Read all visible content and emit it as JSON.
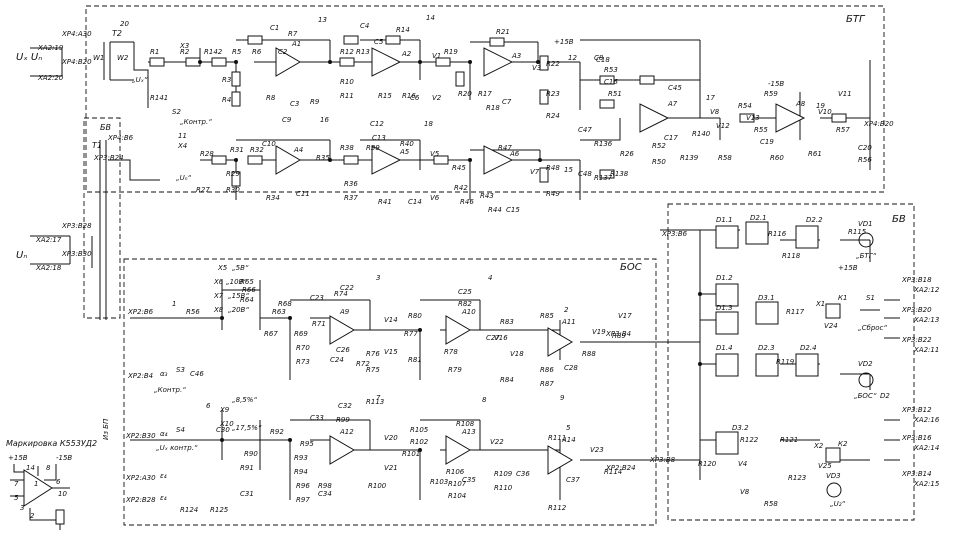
{
  "blocks": {
    "btg": "БТГ",
    "bos": "БОС",
    "bv_right": "БВ",
    "bv_left": "БВ",
    "bp": "Из БП"
  },
  "inputs": {
    "ux_un": "Uₓ Uₙ",
    "un": "Uₙ",
    "top_pins": [
      "ХР4:А30",
      "ХА2:19",
      "ХР4:В20",
      "ХА2:20"
    ],
    "mid_pins": [
      "ХР3:В28",
      "ХА2:17",
      "ХР3:В30",
      "ХА2:18"
    ],
    "t2": "Т2",
    "w1": "W1",
    "w2": "W2",
    "t1": "Т1",
    "xp3b24": "ХР3:В24"
  },
  "btg": {
    "resistors": [
      "R1",
      "R2",
      "R142",
      "R5",
      "R6",
      "R7",
      "R3",
      "R4",
      "R8",
      "R10",
      "R11",
      "R12",
      "R13",
      "R14",
      "R15",
      "R16",
      "R19",
      "R20",
      "R17",
      "R18",
      "R21",
      "R22",
      "R23",
      "R24",
      "R53",
      "R51",
      "R52",
      "R50",
      "R54",
      "R55",
      "R56",
      "R57",
      "R58",
      "R59",
      "R60",
      "R61",
      "R136",
      "R137",
      "R138",
      "R139",
      "R140",
      "R141",
      "R28",
      "R31",
      "R32",
      "R29",
      "R30",
      "R34",
      "R35",
      "R38",
      "R39",
      "R36",
      "R37",
      "R40",
      "R41",
      "R42",
      "R45",
      "R46",
      "R47",
      "R43",
      "R44",
      "R48",
      "R49",
      "R9",
      "R26",
      "R27"
    ],
    "caps": [
      "C1",
      "C2",
      "C3",
      "C4",
      "C5",
      "C6",
      "C7",
      "C8",
      "C9",
      "C10",
      "C11",
      "C12",
      "C13",
      "C14",
      "C15",
      "C16",
      "C17",
      "C18",
      "C19",
      "C20",
      "C45",
      "C47",
      "C48"
    ],
    "opamps": [
      "А1",
      "А2",
      "А3",
      "А4",
      "А5",
      "А6",
      "А7",
      "А8"
    ],
    "diodes": [
      "V1",
      "V2",
      "V3",
      "V5",
      "V6",
      "V7",
      "V8",
      "V10",
      "V11",
      "V12",
      "V13"
    ],
    "nodes": [
      "20",
      "13",
      "14",
      "12",
      "17",
      "16",
      "18",
      "19",
      "15",
      "11"
    ],
    "labels": [
      "Х3",
      "Х4",
      "„Uₓ“",
      "„Uₙ“",
      "S2",
      "„Контр.“",
      "ХР4:В6",
      "ХР4:В20",
      "+15В",
      "-15В"
    ]
  },
  "bos": {
    "resistors": [
      "R56",
      "R63",
      "R64",
      "R65",
      "R66",
      "R67",
      "R68",
      "R69",
      "R70",
      "R71",
      "R72",
      "R73",
      "R74",
      "R75",
      "R76",
      "R77",
      "R78",
      "R79",
      "R80",
      "R81",
      "R82",
      "R83",
      "R84",
      "R85",
      "R86",
      "R87",
      "R88",
      "R89",
      "R90",
      "R91",
      "R92",
      "R93",
      "R94",
      "R95",
      "R96",
      "R97",
      "R98",
      "R99",
      "R100",
      "R101",
      "R102",
      "R103",
      "R104",
      "R105",
      "R106",
      "R107",
      "R108",
      "R109",
      "R110",
      "R111",
      "R112",
      "R113",
      "R114",
      "R124",
      "R125"
    ],
    "caps": [
      "C22",
      "C23",
      "C24",
      "C25",
      "C26",
      "C27",
      "C28",
      "C30",
      "C31",
      "C32",
      "C33",
      "C34",
      "C35",
      "C36",
      "C37",
      "C46"
    ],
    "opamps": [
      "А9",
      "А10",
      "А11",
      "А12",
      "А13",
      "А14"
    ],
    "diodes": [
      "V14",
      "V15",
      "V16",
      "V17",
      "V18",
      "V19",
      "V20",
      "V21",
      "V22",
      "V23"
    ],
    "switches": [
      "Х5",
      "Х6",
      "Х7",
      "Х8",
      "Х9",
      "Х10",
      "S3",
      "S4"
    ],
    "switch_labels": [
      "„5В“",
      "„10В“",
      "„15В“",
      "„20В“",
      "„8,5%“",
      "„17,5%“",
      "„Контр.“",
      "„Uₓ контр.“"
    ],
    "pins": [
      "ХР2:В6",
      "ХР2:В4",
      "ХР2:В30",
      "ХР2:А30",
      "ХР2:В28",
      "ХР2:В24",
      "ХР3:В4",
      "ХР3:В8",
      "ХР3:В6"
    ],
    "nodes": [
      "1",
      "2",
      "3",
      "4",
      "5",
      "6",
      "7",
      "8",
      "9"
    ],
    "ab": [
      "α₃",
      "α₄",
      "ε₄",
      "ε₄"
    ]
  },
  "bv": {
    "logic": [
      "D1.1",
      "D2.1",
      "D2.2",
      "D1.2",
      "D1.3",
      "D3.1",
      "D1.4",
      "D2.3",
      "D2.4",
      "D3.2"
    ],
    "resistors": [
      "R115",
      "R116",
      "R117",
      "R118",
      "R119",
      "R120",
      "R121",
      "R122",
      "R123",
      "R58"
    ],
    "diodes": [
      "VD1",
      "VD2",
      "VD3",
      "V24",
      "V25",
      "V4",
      "V8"
    ],
    "relays": [
      "К1",
      "К2",
      "S1",
      "D2"
    ],
    "labels": [
      "„БТГ“",
      "„БОС“",
      "„U₂“",
      "„Сброс“",
      "+15В",
      "Х1",
      "Х2"
    ],
    "out_pins": [
      "ХР3:В18",
      "ХА2:12",
      "ХР3:В20",
      "ХА2:13",
      "ХР3:В22",
      "ХА2:11",
      "ХР3:В12",
      "ХА2:16",
      "ХР3:В16",
      "ХА2:14",
      "ХР3:В14",
      "ХА2:15"
    ]
  },
  "marking": {
    "title": "Маркировка К553УД2",
    "supplies": [
      "+15В",
      "-15В"
    ],
    "pins": [
      "14",
      "8",
      "7",
      "6",
      "5",
      "10",
      "1",
      "3",
      "2"
    ]
  }
}
